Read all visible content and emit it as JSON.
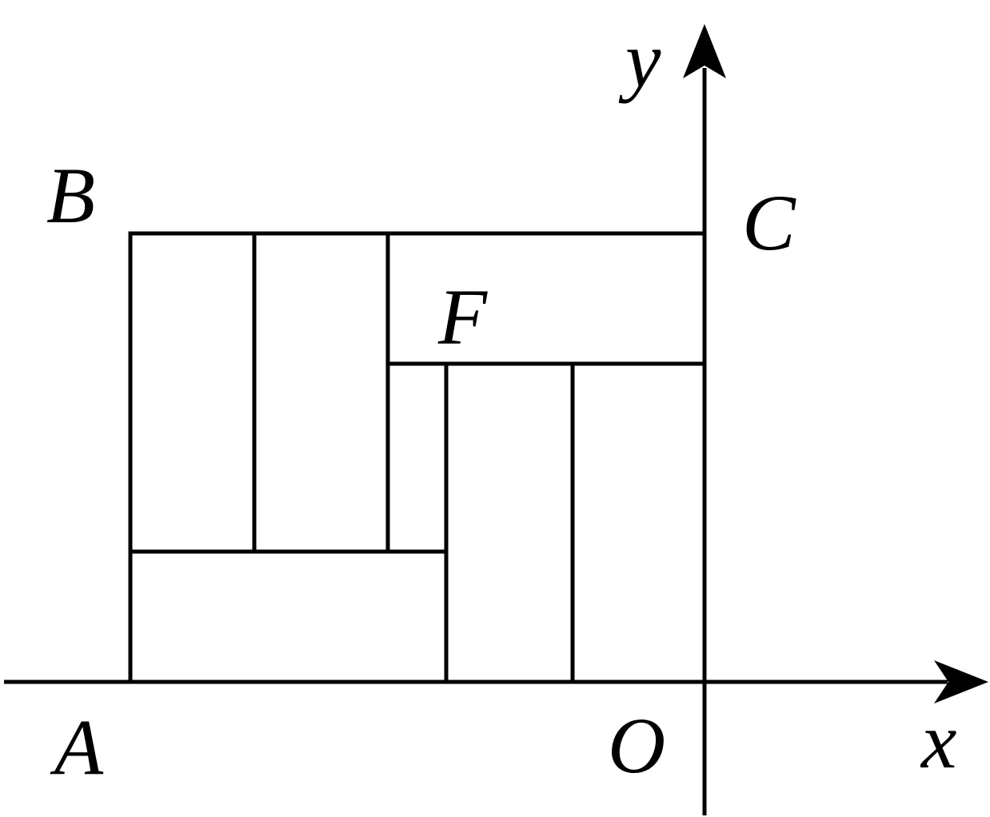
{
  "diagram": {
    "colors": {
      "stroke": "#000000",
      "background": "#ffffff"
    },
    "axes": {
      "x_label": "x",
      "y_label": "y"
    },
    "points": {
      "A": "A",
      "B": "B",
      "C": "C",
      "F": "F",
      "O": "O"
    }
  }
}
